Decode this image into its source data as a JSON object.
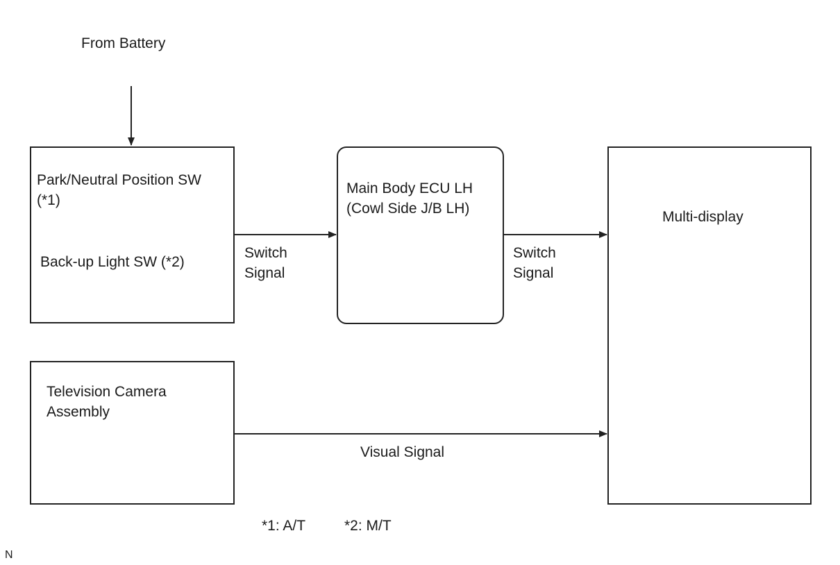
{
  "diagram": {
    "source_label": "From Battery",
    "boxes": {
      "park_neutral": {
        "line1": "Park/Neutral Position SW",
        "line2": "(*1)",
        "line3": "Back-up Light SW (*2)"
      },
      "main_body_ecu": {
        "line1": "Main Body ECU LH",
        "line2": "(Cowl Side J/B LH)"
      },
      "multi_display": {
        "line1": "Multi-display"
      },
      "tv_camera": {
        "line1": "Television Camera",
        "line2": "Assembly"
      }
    },
    "signals": {
      "switch_signal_1": {
        "line1": "Switch",
        "line2": "Signal"
      },
      "switch_signal_2": {
        "line1": "Switch",
        "line2": "Signal"
      },
      "visual_signal": "Visual Signal"
    },
    "footnotes": {
      "note1": "*1: A/T",
      "note2": "*2: M/T"
    },
    "corner_mark": "N"
  }
}
